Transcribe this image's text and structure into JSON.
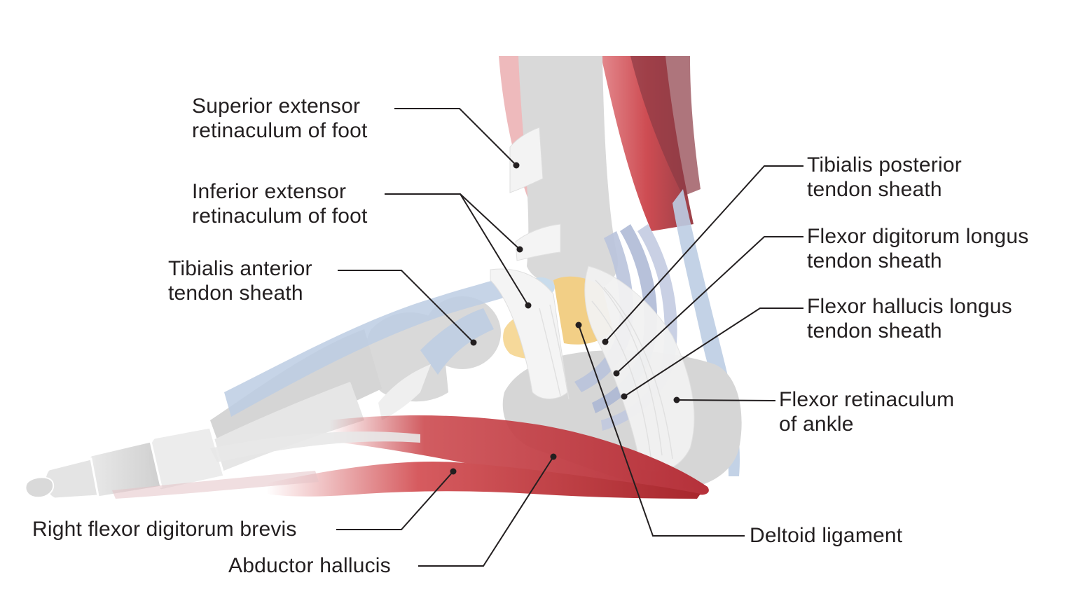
{
  "labels": {
    "superior_extensor": [
      "Superior extensor",
      "retinaculum of foot"
    ],
    "inferior_extensor": [
      "Inferior extensor",
      "retinaculum of foot"
    ],
    "tibialis_anterior": [
      "Tibialis anterior",
      "tendon sheath"
    ],
    "tibialis_posterior": [
      "Tibialis posterior",
      "tendon sheath"
    ],
    "flexor_digitorum_longus": [
      "Flexor digitorum longus",
      "tendon sheath"
    ],
    "flexor_hallucis_longus": [
      "Flexor hallucis longus",
      "tendon sheath"
    ],
    "flexor_retinaculum": [
      "Flexor retinaculum",
      "of ankle"
    ],
    "deltoid_ligament": "Deltoid ligament",
    "flexor_digitorum_brevis": "Right flexor digitorum brevis",
    "abductor_hallucis": "Abductor hallucis"
  },
  "colors": {
    "bone": "#d9d9d9",
    "bone_light": "#eeeeee",
    "tendon_sheath": "#bccde3",
    "retinaculum": "#f2f2f2",
    "muscle": "#cc4a4f",
    "muscle_dark": "#a8272d",
    "ligament": "#f4d58f",
    "leader_line": "#231f20",
    "text": "#231f20"
  }
}
